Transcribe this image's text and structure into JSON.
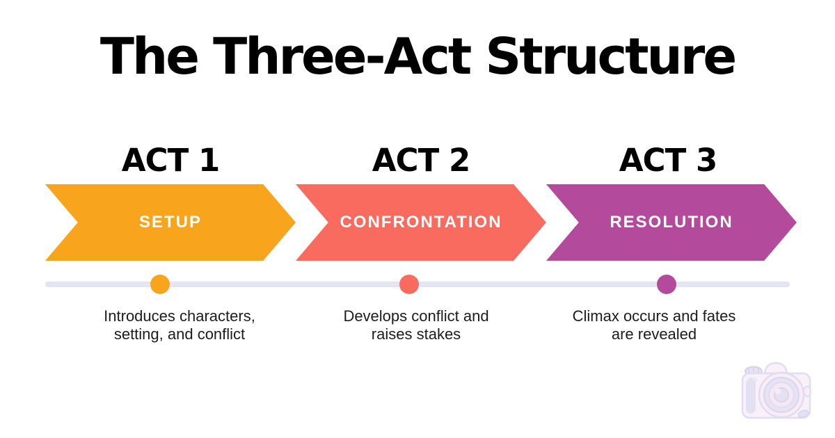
{
  "title": "The Three-Act Structure",
  "acts": [
    {
      "heading": "ACT 1",
      "label": "SETUP",
      "description_lines": [
        "Introduces characters,",
        "setting, and conflict"
      ],
      "color": "#F8A41C"
    },
    {
      "heading": "ACT 2",
      "label": "CONFRONTATION",
      "description_lines": [
        "Develops conflict and",
        "raises stakes"
      ],
      "color": "#FA6B5F"
    },
    {
      "heading": "ACT 3",
      "label": "RESOLUTION",
      "description_lines": [
        "Climax occurs and fates",
        "are revealed"
      ],
      "color": "#B44A9B"
    }
  ],
  "timeline": {
    "track_color": "#E3E6F2"
  },
  "colors": {
    "background": "#FFFFFF",
    "title_text": "#000000",
    "chevron_label_text": "#FFFFFF",
    "description_text": "#1C1C1C",
    "watermark_pink": "#FAEEF6",
    "watermark_lavender": "#DFDBF2"
  },
  "watermark": {
    "icon": "camera-icon"
  }
}
